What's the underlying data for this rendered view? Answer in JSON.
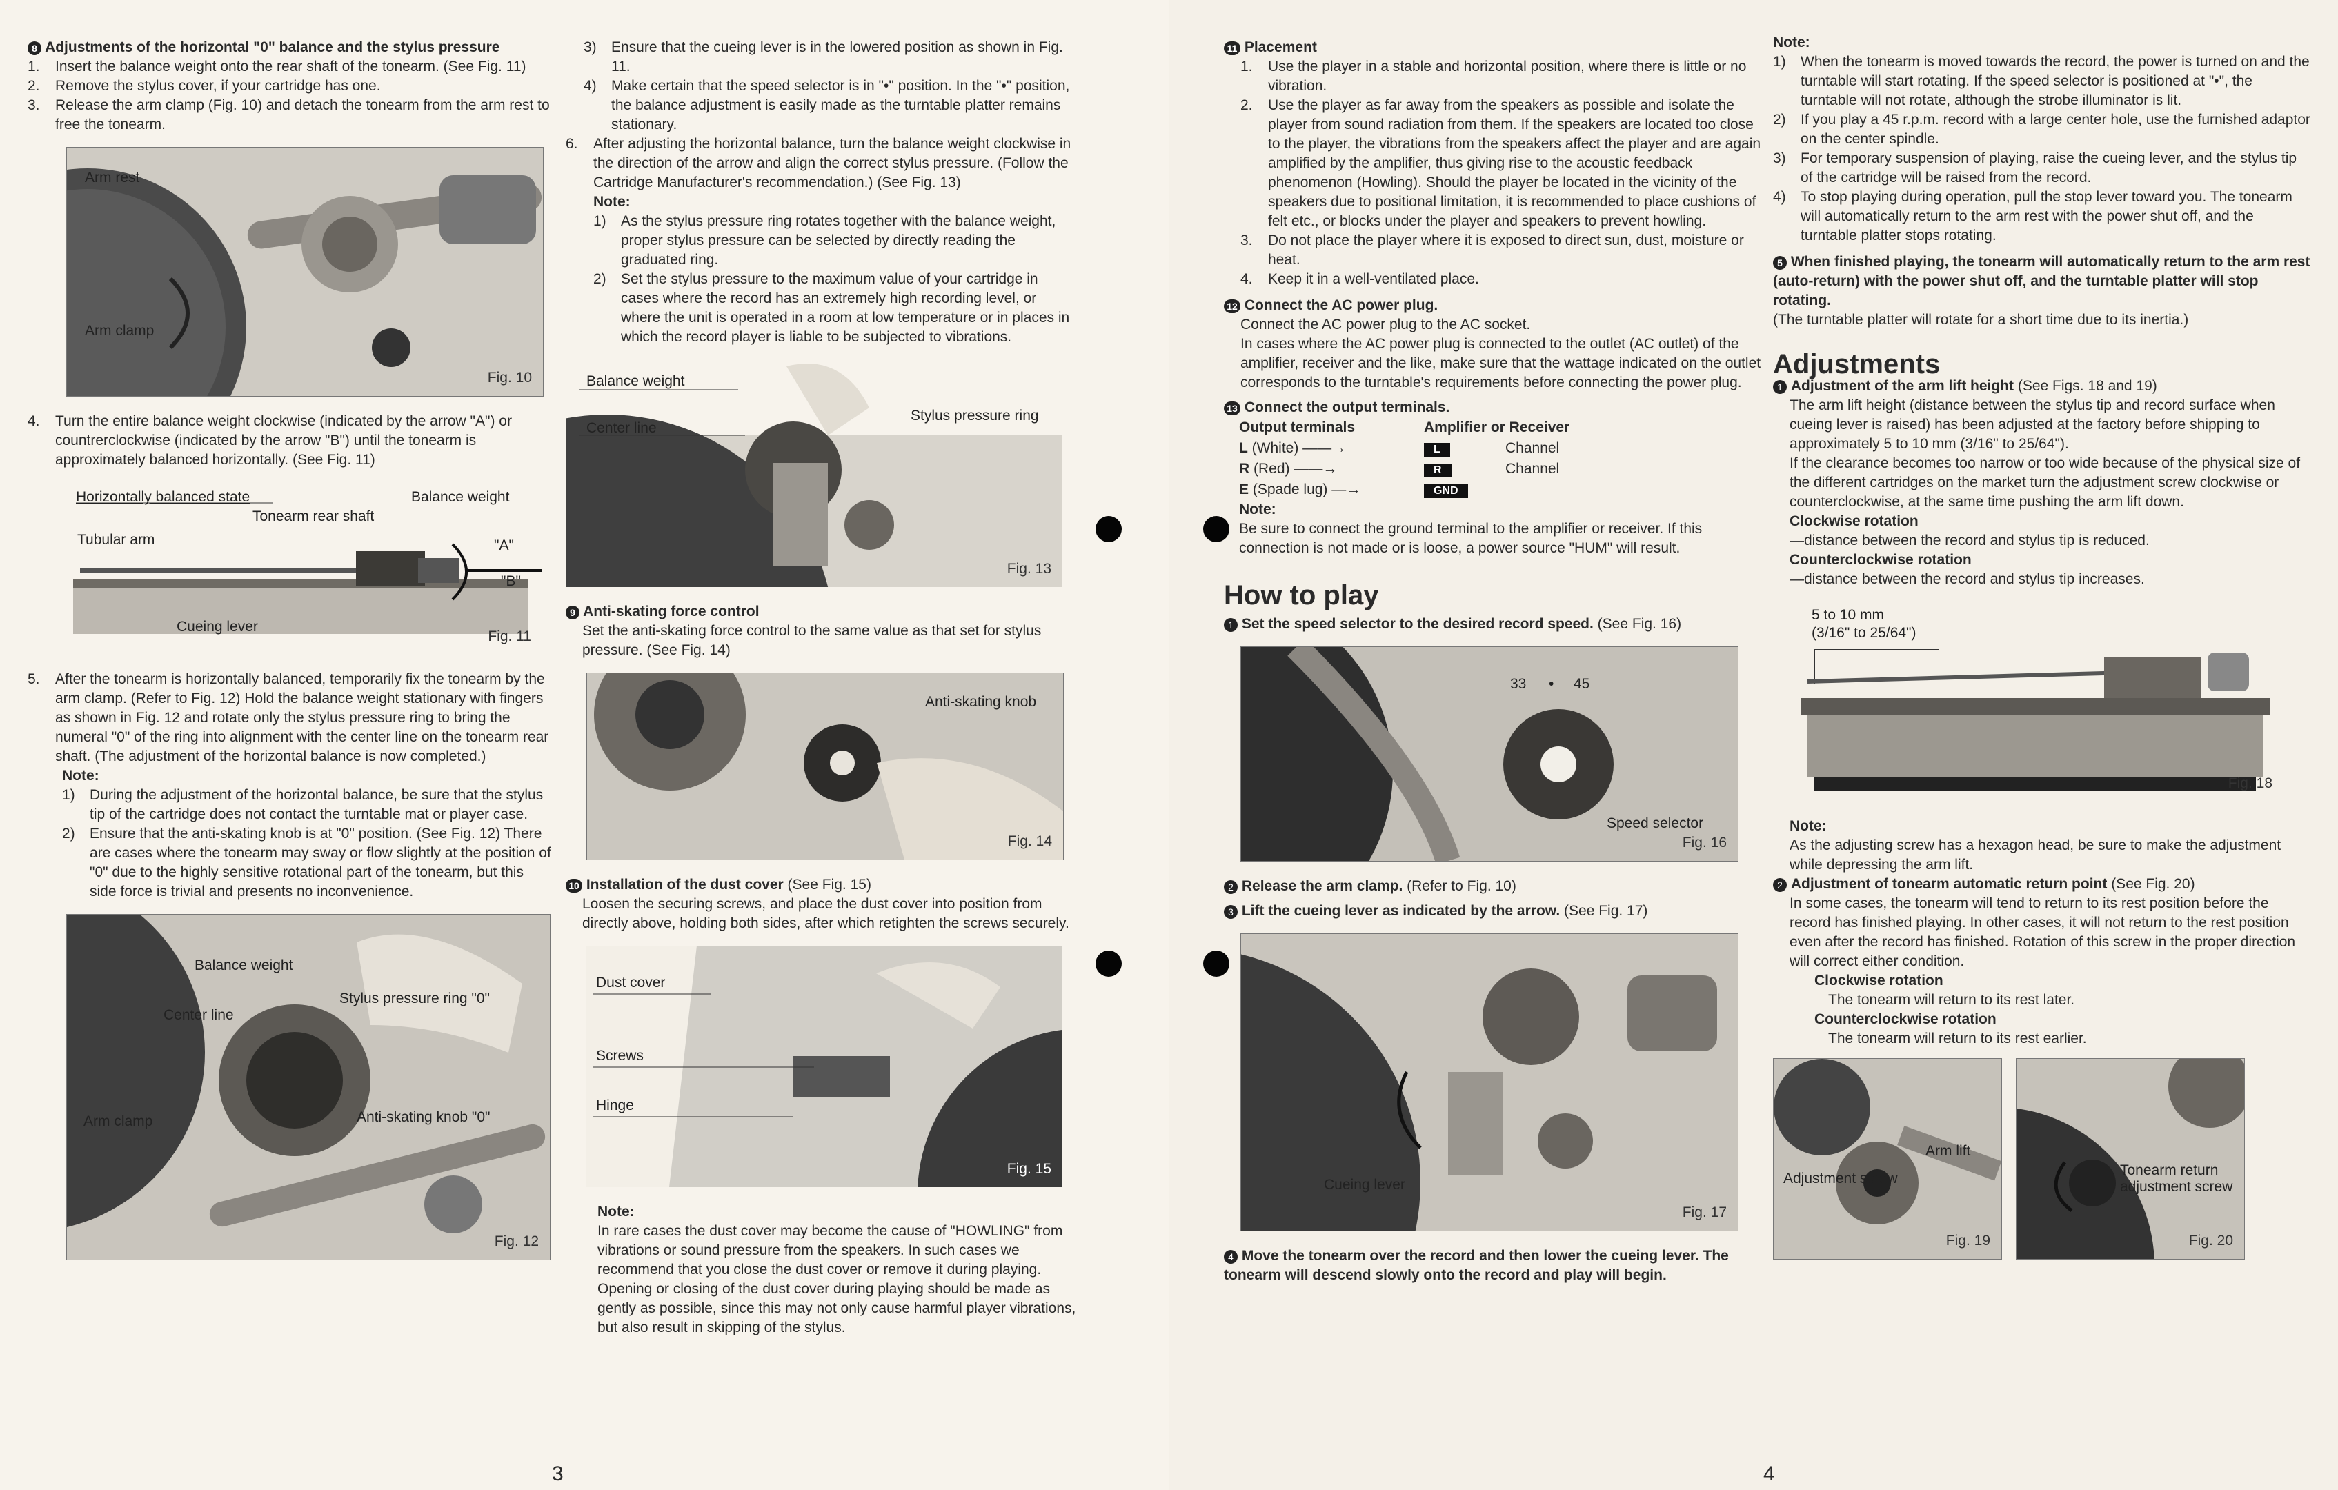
{
  "page3": {
    "page_number": "3",
    "col1": {
      "sec8_title": "Adjustments of the horizontal \"0\" balance and the stylus pressure",
      "sec8_num": "8",
      "steps_a": [
        {
          "n": "1.",
          "t": "Insert the balance weight onto the rear shaft of the tonearm. (See Fig. 11)"
        },
        {
          "n": "2.",
          "t": "Remove the stylus cover, if your cartridge has one."
        },
        {
          "n": "3.",
          "t": "Release the arm clamp (Fig. 10) and detach the tonearm from the arm rest to free the tonearm."
        }
      ],
      "fig10": {
        "labels": [
          "Arm rest",
          "Arm clamp"
        ],
        "no": "Fig. 10"
      },
      "step4": {
        "n": "4.",
        "t": "Turn the entire balance weight clockwise (indicated by the arrow \"A\") or countrerclockwise (indicated by the arrow \"B\") until the tonearm is approximately balanced horizontally. (See Fig. 11)"
      },
      "fig11": {
        "labels": [
          "Horizontally balanced state",
          "Balance weight",
          "Tonearm rear shaft",
          "Tubular arm",
          "\"A\"",
          "\"B\"",
          "Cueing lever"
        ],
        "no": "Fig. 11"
      },
      "step5": {
        "n": "5.",
        "t": "After the tonearm is horizontally balanced, temporarily fix the tonearm by the arm clamp. (Refer to Fig. 12) Hold the balance weight stationary with fingers as shown in Fig. 12 and rotate only the stylus pressure ring to bring the numeral \"0\" of the ring into alignment with the center line on the tonearm rear shaft. (The adjustment of the horizontal balance is now completed.)"
      },
      "note_label": "Note:",
      "notes": [
        {
          "n": "1)",
          "t": "During the adjustment of the horizontal balance, be sure that the stylus tip of the cartridge does not contact the turntable mat or player case."
        },
        {
          "n": "2)",
          "t": "Ensure that the anti-skating knob is at \"0\" position. (See Fig. 12) There are cases where the tonearm may sway or flow slightly at the position of \"0\" due to the highly sensitive rotational part of the tonearm, but this side force is trivial and presents no inconvenience."
        }
      ],
      "fig12": {
        "labels": [
          "Balance weight",
          "Stylus pressure ring \"0\"",
          "Center line",
          "Arm clamp",
          "Anti-skating knob \"0\""
        ],
        "no": "Fig. 12"
      }
    },
    "col2": {
      "steps": [
        {
          "n": "3)",
          "t": "Ensure that the cueing lever is in the lowered position as shown in Fig. 11."
        },
        {
          "n": "4)",
          "t": "Make certain that the speed selector is in \"•\" position. In the \"•\" position, the balance adjustment is easily made as the turntable platter remains stationary."
        }
      ],
      "step6": {
        "n": "6.",
        "t": "After adjusting the horizontal balance, turn the balance weight clockwise in the direction of the arrow and align the correct stylus pressure. (Follow the Cartridge Manufacturer's recommendation.) (See Fig. 13)"
      },
      "note_label": "Note:",
      "notes": [
        {
          "n": "1)",
          "t": "As the stylus pressure ring rotates together with the balance weight, proper stylus pressure can be selected by directly reading the graduated ring."
        },
        {
          "n": "2)",
          "t": "Set the stylus pressure to the maximum value of your cartridge in cases where the record has an extremely high recording level, or where the unit is operated in a room at low temperature or in places in which the record player is liable to be subjected to vibrations."
        }
      ],
      "fig13": {
        "labels": [
          "Balance weight",
          "Center line",
          "Stylus pressure ring"
        ],
        "no": "Fig. 13"
      },
      "sec9_num": "9",
      "sec9_title": "Anti-skating force control",
      "sec9_text": "Set the anti-skating force control to the same value as that set for stylus pressure. (See Fig. 14)",
      "fig14": {
        "labels": [
          "Anti-skating knob"
        ],
        "no": "Fig. 14"
      },
      "sec10_num": "10",
      "sec10_title": "Installation of the dust cover",
      "sec10_ref": " (See Fig. 15)",
      "sec10_text": "Loosen the securing screws, and place the dust cover into position from directly above, holding both sides, after which retighten the screws securely.",
      "fig15": {
        "labels": [
          "Dust cover",
          "Screws",
          "Hinge"
        ],
        "no": "Fig. 15"
      },
      "note2_label": "Note:",
      "note2_p1": "In rare cases the dust cover may become the cause of \"HOWLING\" from vibrations or sound pressure from the speakers. In such cases we recommend that you close the dust cover or remove it during playing.",
      "note2_p2": "Opening or closing of the dust cover during playing should be made as gently as possible, since this may not only cause harmful player vibrations, but also result in skipping of the stylus."
    }
  },
  "page4": {
    "page_number": "4",
    "col1": {
      "sec11_num": "11",
      "sec11_title": "Placement",
      "items": [
        {
          "n": "1.",
          "t": "Use the player in a stable and horizontal position, where there is little or no vibration."
        },
        {
          "n": "2.",
          "t": "Use the player as far away from the speakers as possible and isolate the player from sound radiation from them. If the speakers are located too close to the player, the vibrations from the speakers affect the player and are again amplified by the amplifier, thus giving rise to the acoustic feedback phenomenon (Howling). Should the player be located in the vicinity of the speakers due to positional limitation, it is recommended to place cushions of felt etc., or blocks under the player and speakers to prevent howling."
        },
        {
          "n": "3.",
          "t": "Do not place the player where it is exposed to direct sun, dust, moisture or heat."
        },
        {
          "n": "4.",
          "t": "Keep it in a well-ventilated place."
        }
      ],
      "sec12_num": "12",
      "sec12_title": "Connect the AC power plug.",
      "sec12_p1": "Connect the AC power plug to the AC socket.",
      "sec12_p2": "In cases where the AC power plug is connected to the outlet (AC outlet) of the amplifier, receiver and the like, make sure that the wattage indicated on the outlet corresponds to the turntable's requirements before connecting the power plug.",
      "sec13_num": "13",
      "sec13_title": "Connect the output terminals.",
      "term_head": [
        "Output terminals",
        "Amplifier or Receiver"
      ],
      "terms": [
        {
          "k": "L",
          "d": " (White)",
          "g": "L",
          "c": "Channel"
        },
        {
          "k": "R",
          "d": " (Red)",
          "g": "R",
          "c": "Channel"
        },
        {
          "k": "E",
          "d": " (Spade lug)",
          "g": "GND",
          "c": ""
        }
      ],
      "note_label": "Note:",
      "note_text": "Be sure to connect the ground terminal to the amplifier or receiver. If this connection is not made or is loose, a power source \"HUM\" will result.",
      "how_title": "How to play",
      "p1_num": "1",
      "p1_title": "Set the speed selector to the desired record speed.",
      "p1_ref": " (See Fig. 16)",
      "fig16": {
        "labels": [
          "33",
          "•",
          "45",
          "Speed selector"
        ],
        "no": "Fig. 16"
      },
      "p2_num": "2",
      "p2_title": "Release the arm clamp.",
      "p2_ref": " (Refer to Fig. 10)",
      "p3_num": "3",
      "p3_title": "Lift the cueing lever as indicated by the arrow.",
      "p3_ref": " (See Fig. 17)",
      "fig17": {
        "labels": [
          "Cueing lever"
        ],
        "no": "Fig. 17"
      },
      "p4_num": "4",
      "p4_title": "Move the tonearm over the record and then lower the cueing lever. The tonearm will descend slowly onto the record and play will begin."
    },
    "col2": {
      "note_label": "Note:",
      "notes": [
        {
          "n": "1)",
          "t": "When the tonearm is moved towards the record, the power is turned on and the turntable will start rotating. If the speed selector is positioned at \"•\", the turntable will not rotate, although the strobe illuminator is lit."
        },
        {
          "n": "2)",
          "t": "If you play a 45 r.p.m. record with a large center hole, use the furnished adaptor on the center spindle."
        },
        {
          "n": "3)",
          "t": "For temporary suspension of playing, raise the cueing lever, and the stylus tip of the cartridge will be raised from the record."
        },
        {
          "n": "4)",
          "t": "To stop playing during operation, pull the stop lever toward you. The tonearm will automatically return to the arm rest with the power shut off, and the turntable platter stops rotating."
        }
      ],
      "p5_num": "5",
      "p5_title": "When finished playing, the tonearm will automatically return to the arm rest (auto-return) with the power shut off, and the turntable platter will stop rotating.",
      "p5_text": "(The turntable platter will rotate for a short time due to its inertia.)",
      "adj_title": "Adjustments",
      "a1_num": "1",
      "a1_title": "Adjustment of the arm lift height",
      "a1_ref": " (See Figs. 18 and 19)",
      "a1_p1": "The arm lift height (distance between the stylus tip and record surface when cueing lever is raised) has been adjusted at the factory before shipping to approximately 5 to 10 mm (3/16\" to 25/64\").",
      "a1_p2": "If the clearance becomes too narrow or too wide because of the physical size of the different cartridges on the market turn the adjustment screw clockwise or counterclockwise, at the same time pushing the arm lift down.",
      "cw": "Clockwise rotation",
      "cw_t": "—distance between the record and stylus tip is reduced.",
      "ccw": "Counterclockwise rotation",
      "ccw_t": "—distance between the record and stylus tip increases.",
      "fig18": {
        "labels": [
          "5 to 10 mm",
          "(3/16\" to 25/64\")"
        ],
        "no": "Fig. 18"
      },
      "note2_label": "Note:",
      "note2_text": "As the adjusting screw has a hexagon head, be sure to make the adjustment while depressing the arm lift.",
      "a2_num": "2",
      "a2_title": "Adjustment of tonearm automatic return point",
      "a2_ref": " (See Fig. 20)",
      "a2_p1": "In some cases, the tonearm will tend to return to its rest position before the record has finished playing. In other cases, it will not return to the rest position even after the record has finished. Rotation of this screw in the proper direction will correct either condition.",
      "cw2": "Clockwise rotation",
      "cw2_t": "The tonearm will return to its rest later.",
      "ccw2": "Counterclockwise rotation",
      "ccw2_t": "The tonearm will return to its rest earlier.",
      "fig19": {
        "labels": [
          "Adjustment screw",
          "Arm lift"
        ],
        "no": "Fig. 19"
      },
      "fig20": {
        "labels": [
          "Tonearm return adjustment screw"
        ],
        "no": "Fig. 20"
      }
    }
  }
}
